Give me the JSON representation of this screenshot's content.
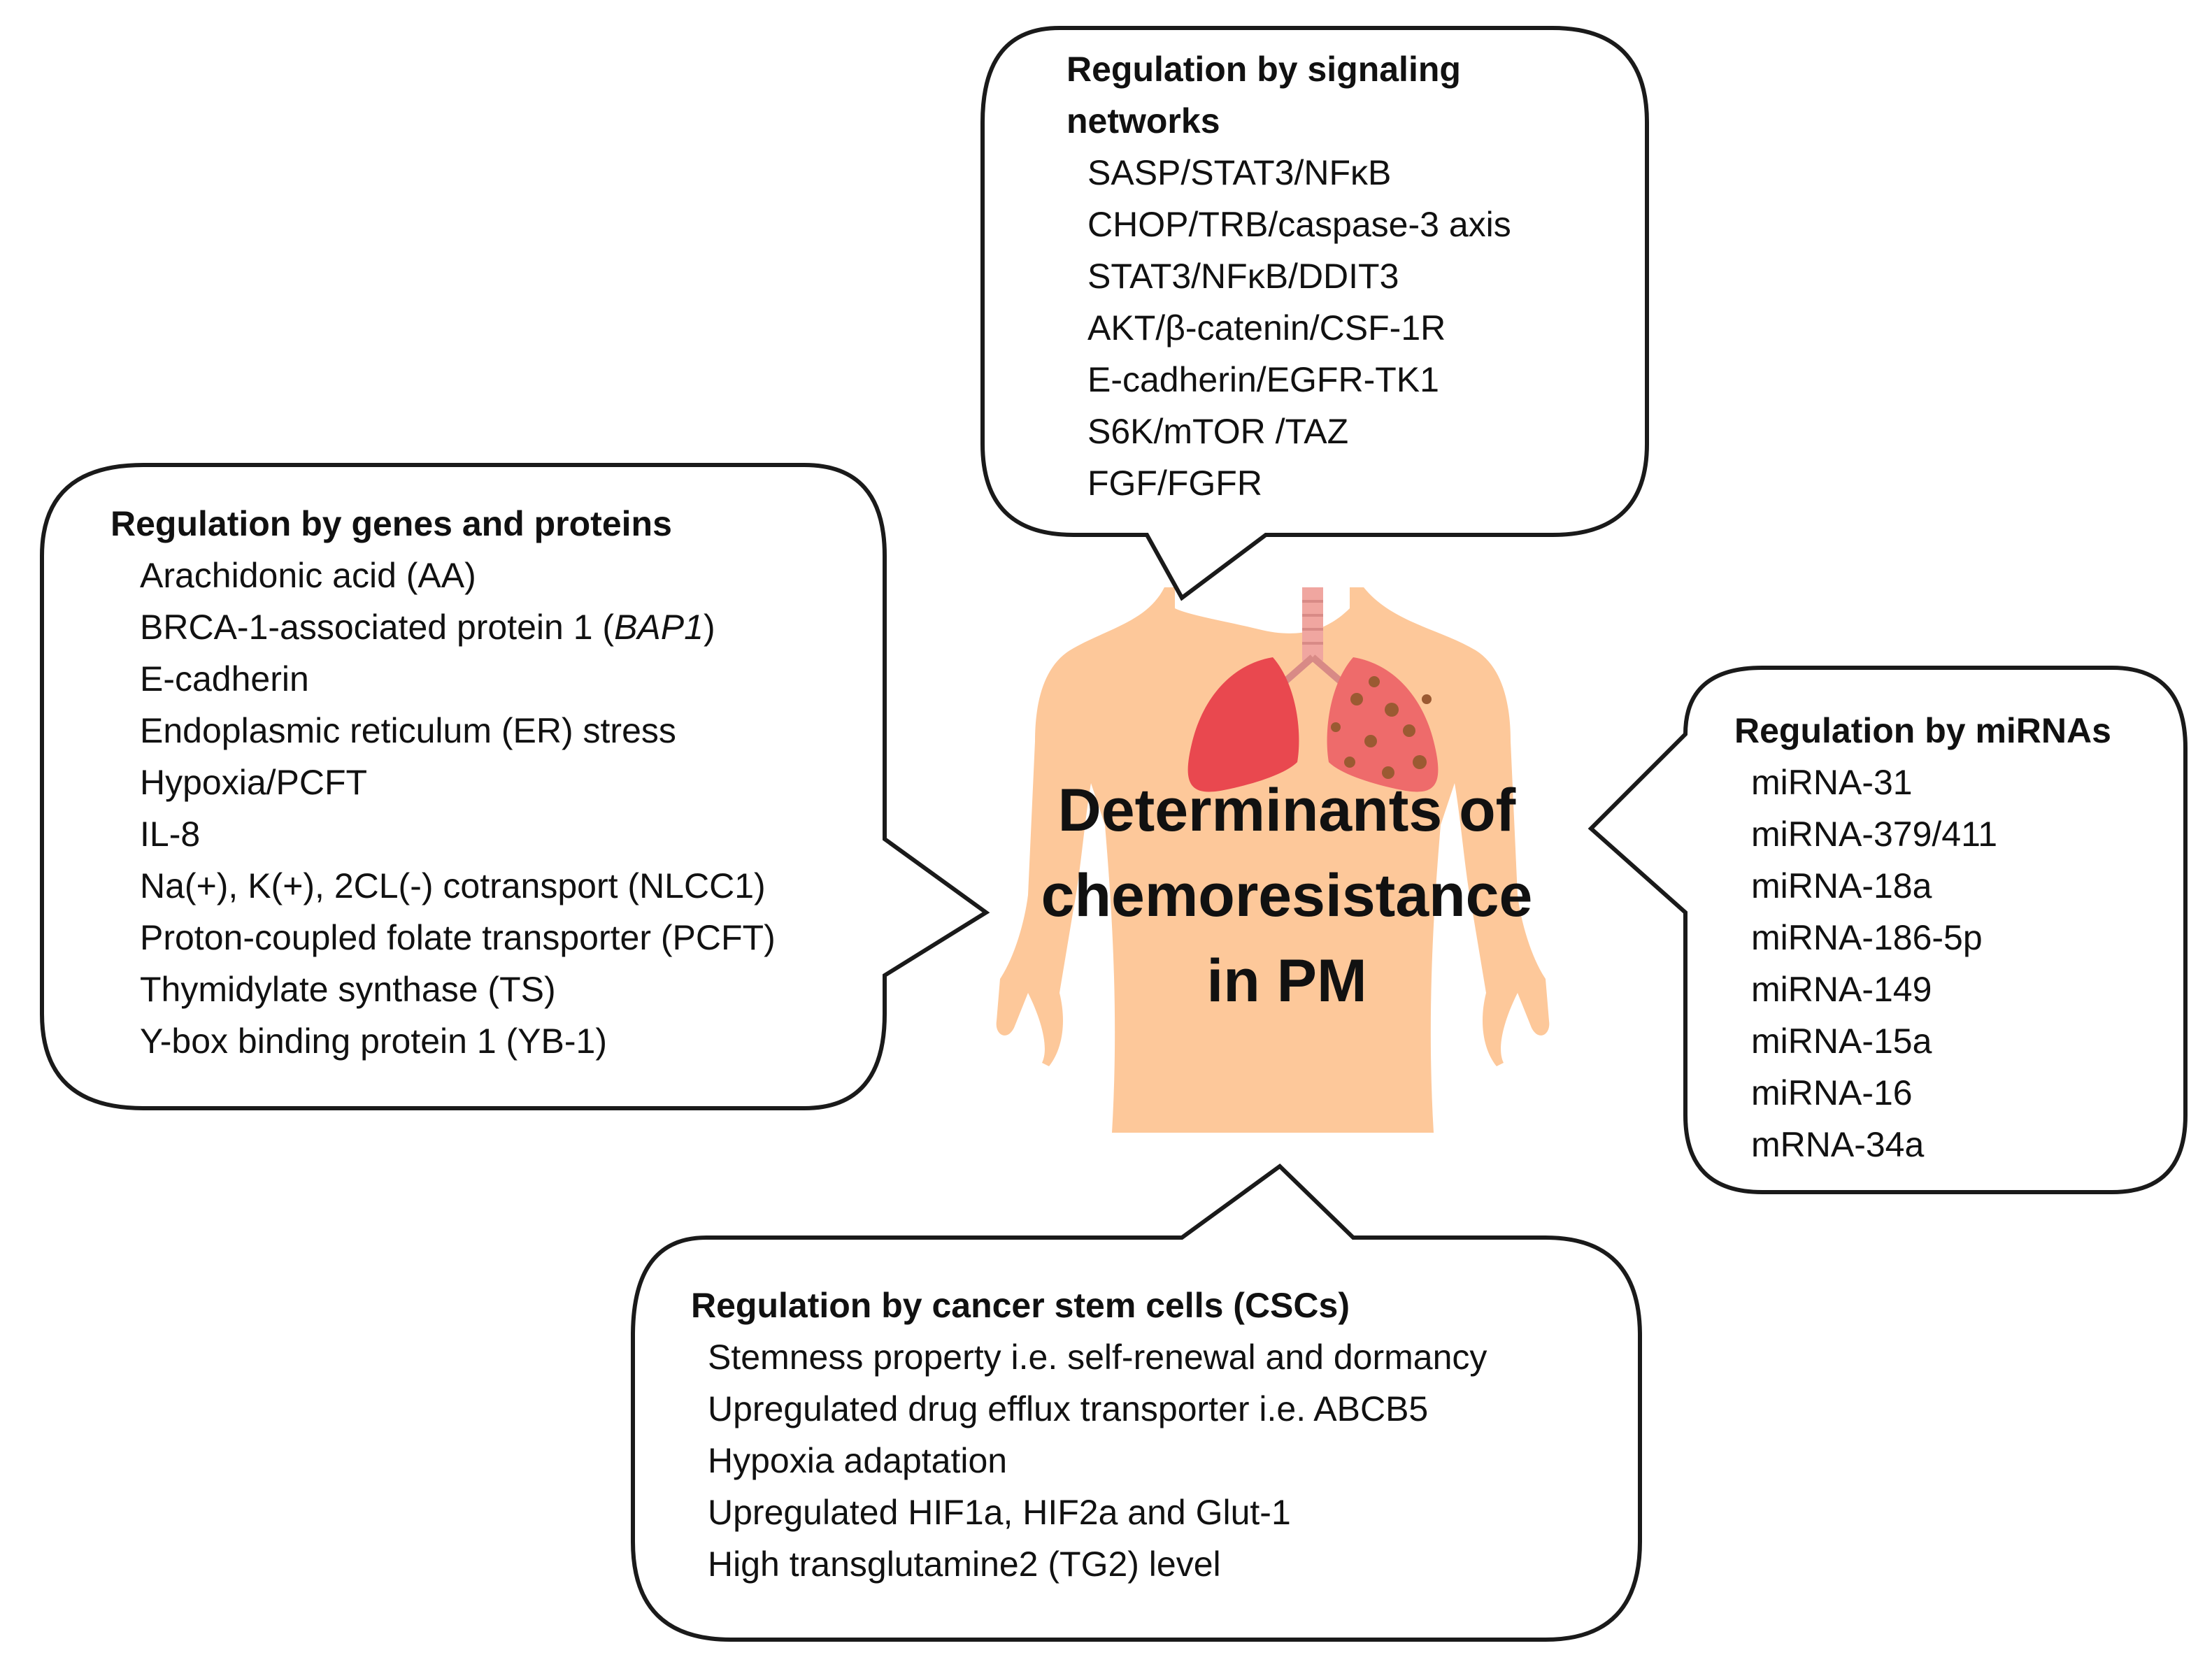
{
  "center": {
    "lines": [
      "Determinants of",
      "chemoresistance",
      "in PM"
    ]
  },
  "bubbles": {
    "signaling": {
      "title_lines": [
        "Regulation by signaling",
        "networks"
      ],
      "items": [
        "SASP/STAT3/NFκB",
        "CHOP/TRB/caspase-3 axis",
        "STAT3/NFκB/DDIT3",
        "AKT/β-catenin/CSF-1R",
        "E-cadherin/EGFR-TK1",
        "S6K/mTOR /TAZ",
        "FGF/FGFR"
      ]
    },
    "genes": {
      "title": "Regulation by genes and proteins",
      "items": [
        "Arachidonic acid (AA)",
        "BRCA-1-associated protein 1 (",
        "E-cadherin",
        "Endoplasmic reticulum (ER) stress",
        "Hypoxia/PCFT",
        "IL-8",
        "Na(+), K(+), 2CL(-) cotransport (NLCC1)",
        "Proton-coupled folate transporter (PCFT)",
        "Thymidylate synthase (TS)",
        "Y-box binding protein 1 (YB-1)"
      ],
      "bap1_italic": "BAP1",
      "bap1_close": ")"
    },
    "mirna": {
      "title": "Regulation by miRNAs",
      "items": [
        "miRNA-31",
        "miRNA-379/411",
        "miRNA-18a",
        "miRNA-186-5p",
        "miRNA-149",
        "miRNA-15a",
        "miRNA-16",
        "mRNA-34a"
      ]
    },
    "csc": {
      "title": "Regulation by cancer stem cells (CSCs)",
      "items": [
        "Stemness property i.e. self-renewal and dormancy",
        "Upregulated drug efflux transporter i.e. ABCB5",
        "Hypoxia adaptation",
        "Upregulated HIF1a, HIF2a and Glut-1",
        "High transglutamine2 (TG2) level"
      ]
    }
  },
  "colors": {
    "body_skin": "#fdc89a",
    "lung": "#e9484f",
    "bubble_stroke": "#1a1a1a"
  }
}
